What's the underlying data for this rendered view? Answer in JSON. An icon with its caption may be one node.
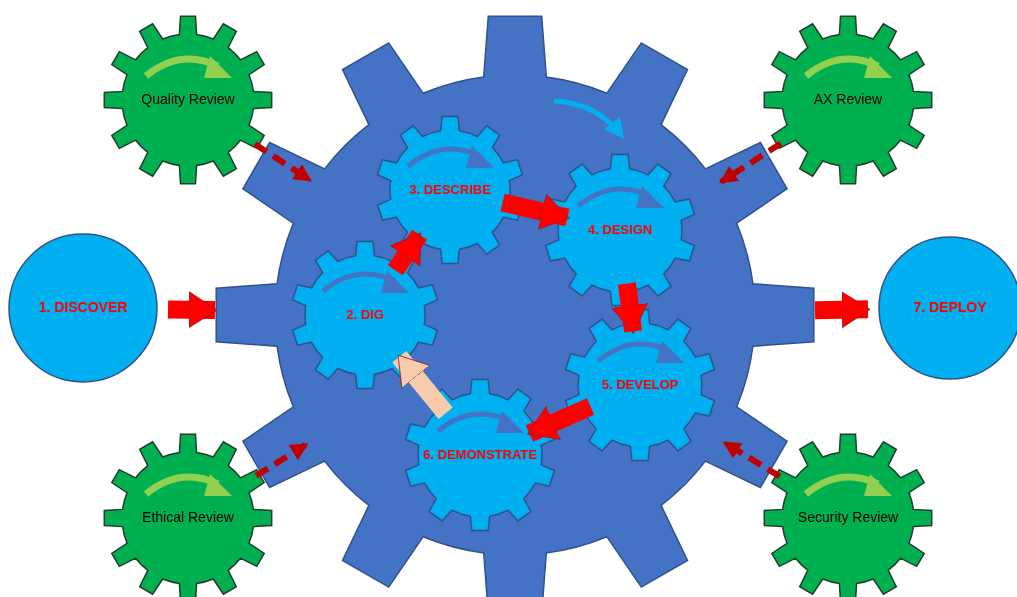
{
  "diagram": {
    "nodes": [
      {
        "text": [],
        "shape": "gear"
      },
      {
        "text": [
          "Quality Review"
        ]
      },
      {
        "text": [
          "AX Review"
        ]
      },
      {
        "text": [
          "1. DISCOVER"
        ]
      },
      {
        "text": [
          "7. DEPLOY"
        ]
      },
      {
        "text": [
          "3. DESCRIBE"
        ],
        "in": 0
      },
      {
        "text": [
          "4. DESIGN"
        ],
        "in": 0
      },
      {
        "text": [
          "2. DIG"
        ],
        "in": 0
      },
      {
        "text": [
          "5. DEVELOP"
        ],
        "in": 0
      },
      {
        "text": [
          "6. DEMONSTRATE"
        ],
        "in": 0
      },
      {
        "text": [
          "Ethical Review"
        ]
      },
      {
        "text": [
          "Security Review"
        ]
      }
    ],
    "edges": [
      {
        "from": 1,
        "to": 0,
        "arrow": "to",
        "style": "dashed",
        "color": "#c00000"
      },
      {
        "from": 2,
        "to": 0,
        "arrow": "to",
        "style": "dashed",
        "color": "#c00000"
      },
      {
        "from": 10,
        "to": 0,
        "arrow": "to",
        "style": "dashed",
        "color": "#c00000"
      },
      {
        "from": 11,
        "to": 0,
        "arrow": "to",
        "style": "dashed",
        "color": "#c00000"
      },
      {
        "from": 3,
        "to": 0,
        "arrow": "to"
      },
      {
        "from": 0,
        "to": 4,
        "arrow": "to"
      },
      {
        "from": 7,
        "to": 5,
        "arrow": "to"
      },
      {
        "from": 5,
        "to": 6,
        "arrow": "to"
      },
      {
        "from": 6,
        "to": 8,
        "arrow": "to"
      },
      {
        "from": 8,
        "to": 9,
        "arrow": "to"
      },
      {
        "from": 9,
        "to": 7,
        "arrow": "to",
        "color": "#f8cbad"
      }
    ]
  }
}
